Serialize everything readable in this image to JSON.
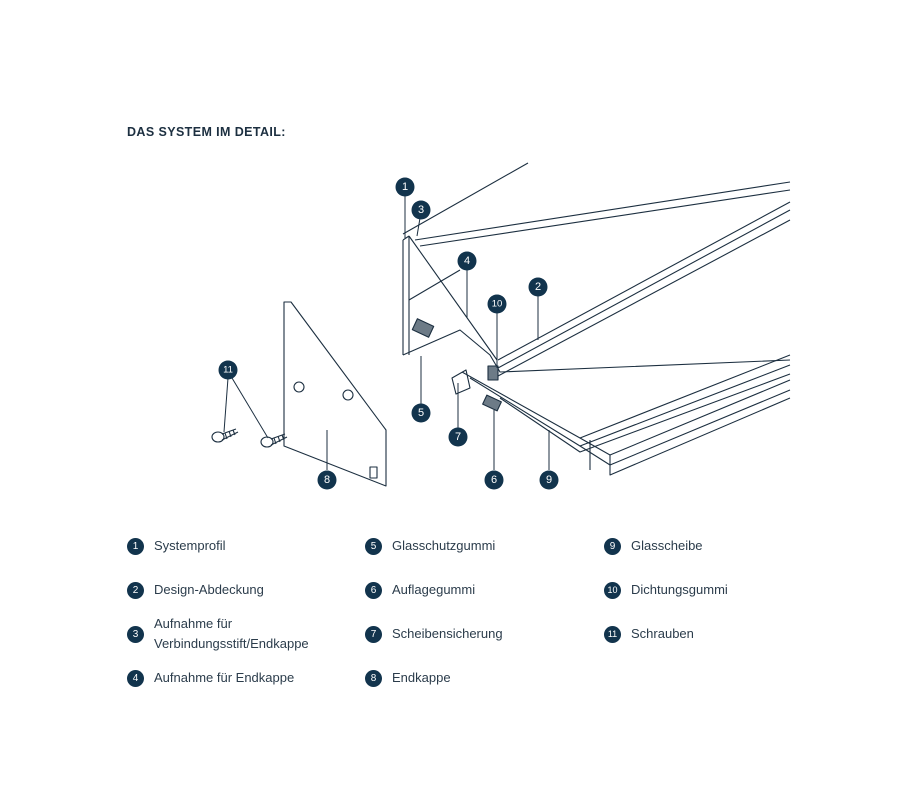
{
  "title": "DAS SYSTEM IM DETAIL:",
  "diagram": {
    "callouts": [
      "1",
      "2",
      "3",
      "4",
      "5",
      "6",
      "7",
      "8",
      "9",
      "10",
      "11"
    ]
  },
  "legend": [
    {
      "num": "1",
      "label": "Systemprofil"
    },
    {
      "num": "2",
      "label": "Design-Abdeckung"
    },
    {
      "num": "3",
      "label": "Aufnahme für\nVerbindungsstift/Endkappe"
    },
    {
      "num": "4",
      "label": "Aufnahme für Endkappe"
    },
    {
      "num": "5",
      "label": "Glasschutzgummi"
    },
    {
      "num": "6",
      "label": "Auflagegummi"
    },
    {
      "num": "7",
      "label": "Scheibensicherung"
    },
    {
      "num": "8",
      "label": "Endkappe"
    },
    {
      "num": "9",
      "label": "Glasscheibe"
    },
    {
      "num": "10",
      "label": "Dichtungsgummi"
    },
    {
      "num": "11",
      "label": "Schrauben"
    }
  ],
  "colors": {
    "badge": "#12344d",
    "line": "#1c2f40"
  }
}
